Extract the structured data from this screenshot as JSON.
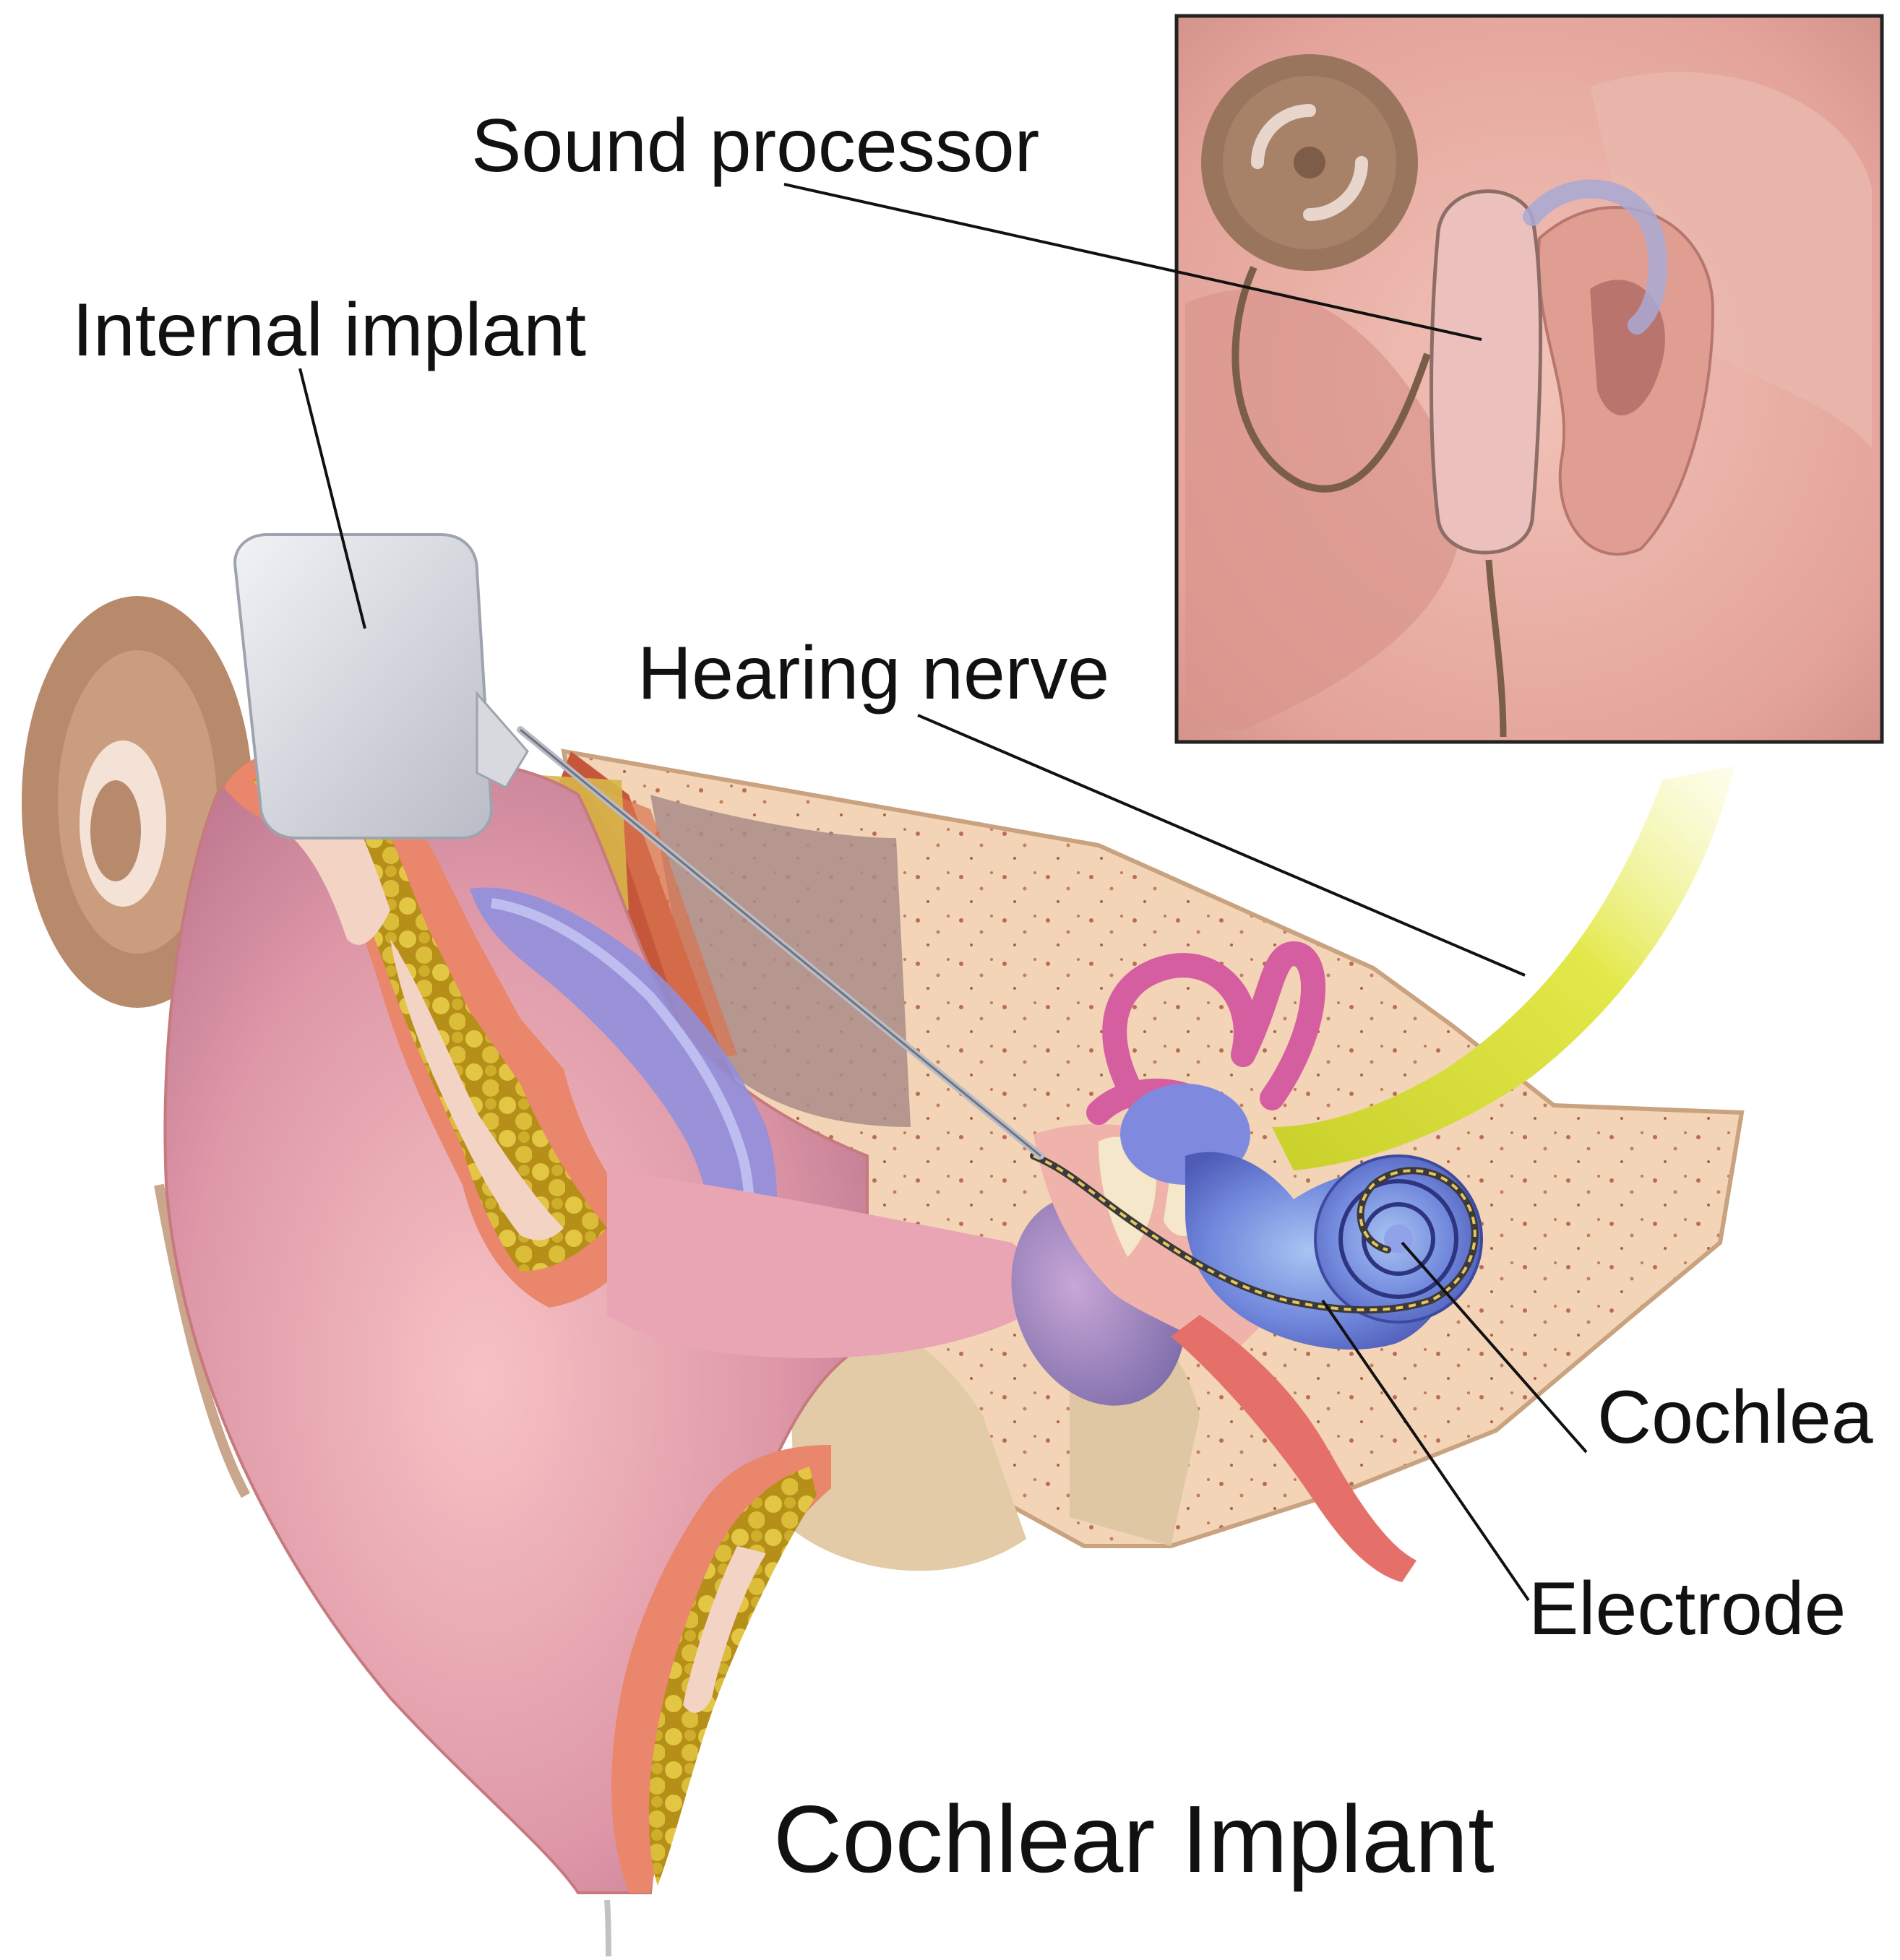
{
  "title": "Cochlear Implant",
  "labels": {
    "sound_processor": "Sound processor",
    "internal_implant": "Internal implant",
    "hearing_nerve": "Hearing nerve",
    "cochlea": "Cochlea",
    "electrode": "Electrode"
  },
  "colors": {
    "skin_pink": "#d98a9a",
    "skin_light": "#f2b3b8",
    "skin_edge": "#e9866b",
    "fat_yellow": "#c9a31f",
    "cartilage": "#f3d3c3",
    "bone": "#f2cfae",
    "bone_dark": "#d8b48e",
    "muscle_red": "#c5563a",
    "nerve_yellow": "#dde33a",
    "cochlea_blue": "#6f7fd8",
    "canal_pink": "#d6609f",
    "implant_gray": "#d3d5db",
    "processor_brown": "#9a755d",
    "inset_bg": "#e7aba2",
    "inset_border": "#222222"
  }
}
